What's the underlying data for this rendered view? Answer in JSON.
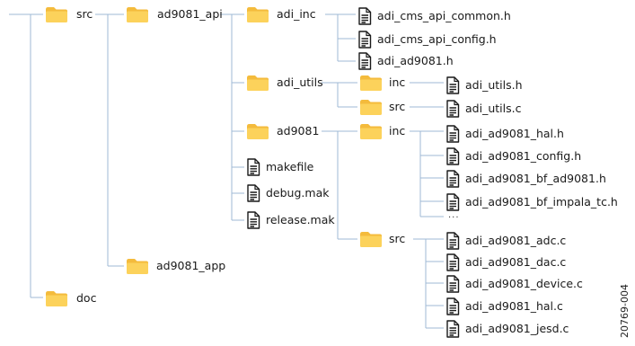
{
  "folders": {
    "src": "src",
    "ad9081_api": "ad9081_api",
    "adi_inc": "adi_inc",
    "adi_utils": "adi_utils",
    "adi_utils_inc": "inc",
    "adi_utils_src": "src",
    "ad9081": "ad9081",
    "ad9081_inc": "inc",
    "ad9081_src": "src",
    "ad9081_app": "ad9081_app",
    "doc": "doc"
  },
  "files": {
    "adi_inc": [
      "adi_cms_api_common.h",
      "adi_cms_api_config.h",
      "adi_ad9081.h"
    ],
    "adi_utils_inc": [
      "adi_utils.h"
    ],
    "adi_utils_src": [
      "adi_utils.c"
    ],
    "ad9081_api_root": [
      "makefile",
      "debug.mak",
      "release.mak"
    ],
    "ad9081_inc": [
      "adi_ad9081_hal.h",
      "adi_ad9081_config.h",
      "adi_ad9081_bf_ad9081.h",
      "adi_ad9081_bf_impala_tc.h"
    ],
    "ad9081_inc_more": "...",
    "ad9081_src": [
      "adi_ad9081_adc.c",
      "adi_ad9081_dac.c",
      "adi_ad9081_device.c",
      "adi_ad9081_hal.c",
      "adi_ad9081_jesd.c"
    ]
  },
  "figure_id": "20769-004",
  "colors": {
    "folder_body": "#fcd25b",
    "folder_tab": "#f4bb3c",
    "connector": "#9fbad6",
    "file_stroke": "#1a1a1a"
  },
  "icons": {
    "folder": "folder-icon",
    "file": "file-icon"
  }
}
